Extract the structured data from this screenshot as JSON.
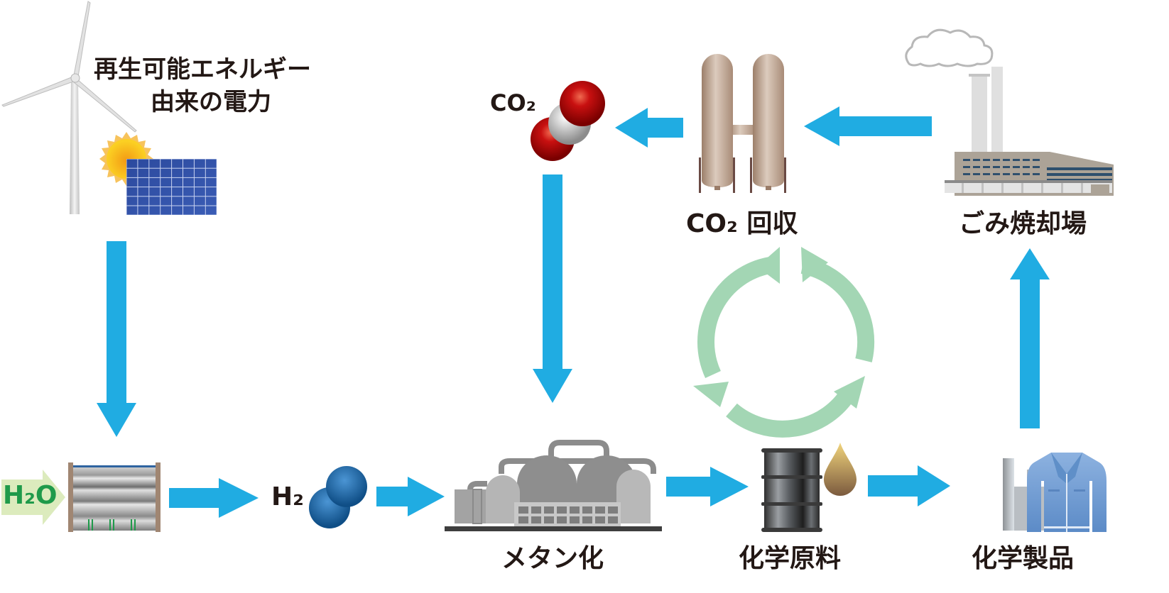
{
  "diagram": {
    "title_energy_line1": "再生可能エネルギー",
    "title_energy_line2": "由来の電力",
    "h2o": "H₂O",
    "h2": "H₂",
    "co2": "CO₂",
    "co2_capture": "CO₂ 回収",
    "incinerator": "ごみ焼却場",
    "methanation": "メタン化",
    "chemical_feedstock": "化学原料",
    "chemical_products": "化学製品"
  },
  "colors": {
    "flow_arrow": "#20ace2",
    "cycle_arrow": "#a3d6b4",
    "h2o_text": "#1f9a4a",
    "h2o_arrow_bg": "#dcebbd",
    "h2_molecule": "#1a67a8",
    "co2_oxygen": "#c81010",
    "co2_carbon": "#c8c8c8",
    "tank": "#b89e8c",
    "label_text": "#231815"
  },
  "flow": [
    {
      "from": "renewable-power",
      "to": "electrolyzer"
    },
    {
      "from": "water",
      "to": "electrolyzer"
    },
    {
      "from": "electrolyzer",
      "to": "hydrogen"
    },
    {
      "from": "hydrogen",
      "to": "methanation"
    },
    {
      "from": "co2",
      "to": "methanation"
    },
    {
      "from": "methanation",
      "to": "chemical-feedstock"
    },
    {
      "from": "chemical-feedstock",
      "to": "chemical-products"
    },
    {
      "from": "chemical-products",
      "to": "incinerator"
    },
    {
      "from": "incinerator",
      "to": "co2-capture"
    },
    {
      "from": "co2-capture",
      "to": "co2"
    }
  ]
}
